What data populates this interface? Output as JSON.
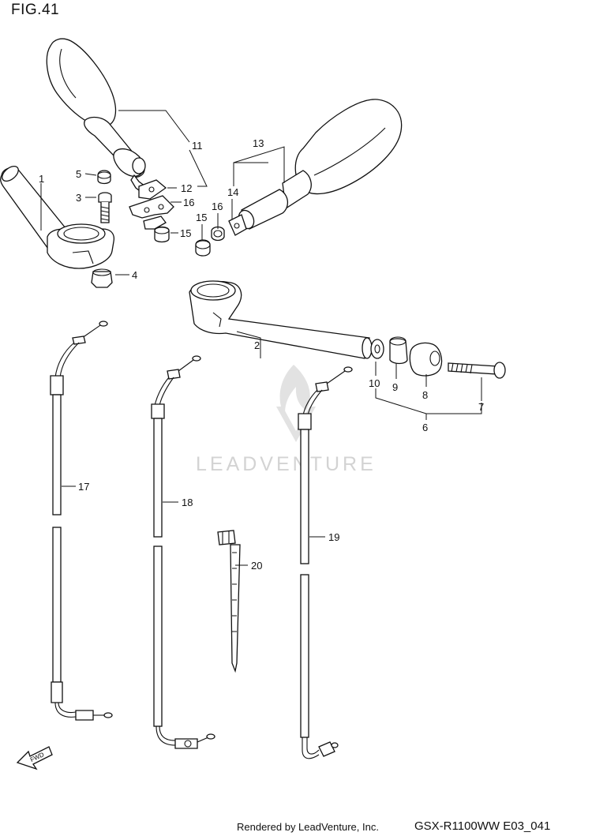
{
  "figure": {
    "title": "FIG.41"
  },
  "watermark": {
    "brand": "LEADVENTURE"
  },
  "footer": {
    "rendered_by": "Rendered by LeadVenture, Inc.",
    "diagram_code": "GSX-R1100WW  E03_041"
  },
  "fwd_label": "FWD",
  "callouts": {
    "p1": "1",
    "p2": "2",
    "p3": "3",
    "p4": "4",
    "p5": "5",
    "p6": "6",
    "p7": "7",
    "p8": "8",
    "p9": "9",
    "p10": "10",
    "p11": "11",
    "p12": "12",
    "p13": "13",
    "p14": "14",
    "p15a": "15",
    "p15b": "15",
    "p16a": "16",
    "p16b": "16",
    "p17": "17",
    "p18": "18",
    "p19": "19",
    "p20": "20"
  }
}
